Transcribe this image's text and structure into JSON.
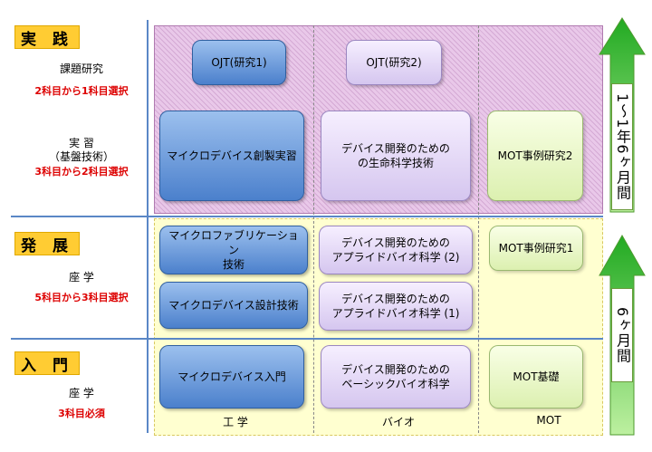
{
  "levels": {
    "practice": {
      "tag": "実 践",
      "research_label": "課題研究",
      "research_note": "2科目から1科目選択",
      "training_label_1": "実 習",
      "training_label_2": "（基盤技術）",
      "training_note": "3科目から2科目選択"
    },
    "development": {
      "tag": "発 展",
      "label": "座 学",
      "note": "5科目から3科目選択"
    },
    "intro": {
      "tag": "入 門",
      "label": "座 学",
      "note": "3科目必須"
    }
  },
  "courses": {
    "ojt1": "OJT(研究1)",
    "ojt2": "OJT(研究2)",
    "micro_practice": "マイクロデバイス創製実習",
    "life_science_1": "デバイス開発のための",
    "life_science_2": "の生命科学技術",
    "mot_case2": "MOT事例研究2",
    "micro_fab_1": "マイクロファブリケーション",
    "micro_fab_2": "技術",
    "applied_bio2_1": "デバイス開発のための",
    "applied_bio2_2": "アプライドバイオ科学 (2)",
    "mot_case1": "MOT事例研究1",
    "micro_design": "マイクロデバイス設計技術",
    "applied_bio1_1": "デバイス開発のための",
    "applied_bio1_2": "アプライドバイオ科学 (1)",
    "micro_intro": "マイクロデバイス入門",
    "basic_bio_1": "デバイス開発のための",
    "basic_bio_2": "ベーシックバイオ科学",
    "mot_basics": "MOT基礎"
  },
  "columns": {
    "engineering": "工 学",
    "bio": "バイオ",
    "mot": "MOT"
  },
  "durations": {
    "upper": "1〜1年6ヶ月間",
    "lower": "6ヶ月間"
  },
  "colors": {
    "tag": "#ffcc33",
    "note_red": "#dd0000",
    "arrow_green": "#33bb33",
    "divider_blue": "#5a87c6"
  }
}
